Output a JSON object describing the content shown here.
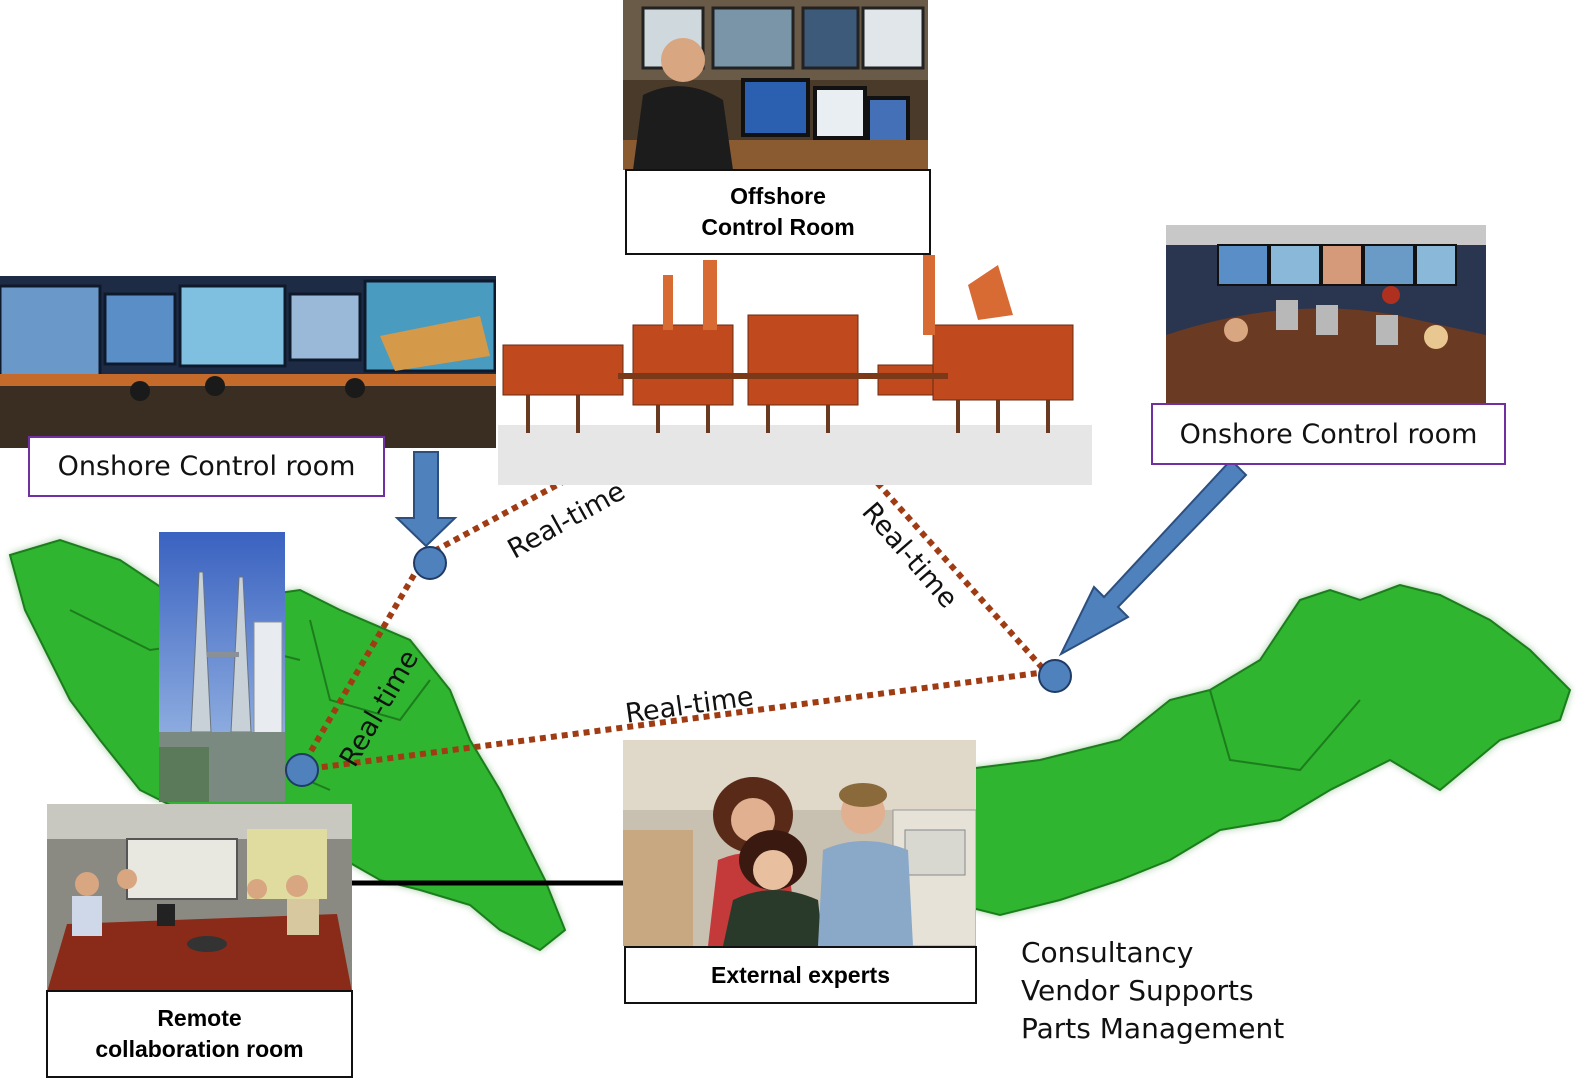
{
  "nodes": {
    "offshore": {
      "label_line1": "Offshore",
      "label_line2": "Control Room"
    },
    "onshore_left": {
      "label": "Onshore Control room"
    },
    "onshore_right": {
      "label": "Onshore Control room"
    },
    "remote": {
      "label_line1": "Remote",
      "label_line2": "collaboration room"
    },
    "external": {
      "label": "External experts"
    }
  },
  "links": {
    "top_left": "Real-time",
    "top_right": "Real-time",
    "left_vertical": "Real-time",
    "bottom": "Real-time"
  },
  "services": [
    "Consultancy",
    "Vendor Supports",
    "Parts Management"
  ],
  "colors": {
    "land": "#2fb52f",
    "link": "#a03c14",
    "node": "#4f81bd",
    "arrow": "#4f81bd",
    "purple_border": "#7030a0"
  }
}
